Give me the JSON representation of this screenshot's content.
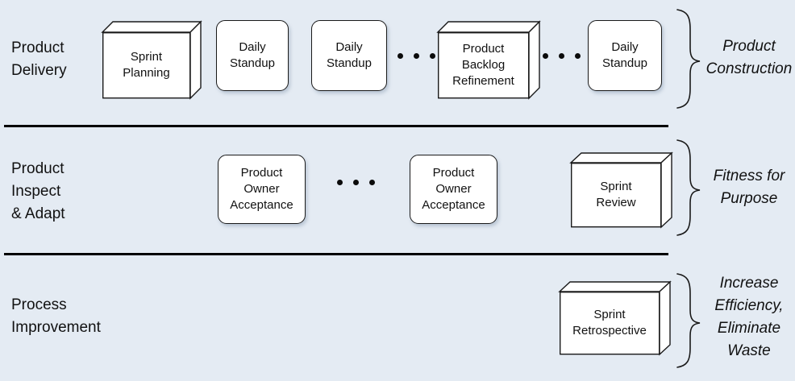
{
  "diagram": {
    "background_color": "#e4ebf3",
    "line_color": "#000000",
    "node_fill": "#ffffff",
    "rows": [
      {
        "band_label": "Product\nDelivery",
        "outcome_label": "Product\nConstruction",
        "nodes": [
          {
            "label": "Sprint\nPlanning",
            "shape": "box3d"
          },
          {
            "label": "Daily\nStandup",
            "shape": "rounded-rect"
          },
          {
            "label": "Daily\nStandup",
            "shape": "rounded-rect"
          },
          {
            "label": "Product\nBacklog\nRefinement",
            "shape": "box3d"
          },
          {
            "label": "Daily\nStandup",
            "shape": "rounded-rect"
          }
        ],
        "ellipses": 2
      },
      {
        "band_label": "Product\nInspect\n& Adapt",
        "outcome_label": "Fitness for\nPurpose",
        "nodes": [
          {
            "label": "Product\nOwner\nAcceptance",
            "shape": "rounded-rect"
          },
          {
            "label": "Product\nOwner\nAcceptance",
            "shape": "rounded-rect"
          },
          {
            "label": "Sprint\nReview",
            "shape": "box3d"
          }
        ],
        "ellipses": 1
      },
      {
        "band_label": "Process\nImprovement",
        "outcome_label": "Increase\nEfficiency,\nEliminate\nWaste",
        "nodes": [
          {
            "label": "Sprint\nRetrospective",
            "shape": "box3d"
          }
        ],
        "ellipses": 0
      }
    ]
  }
}
